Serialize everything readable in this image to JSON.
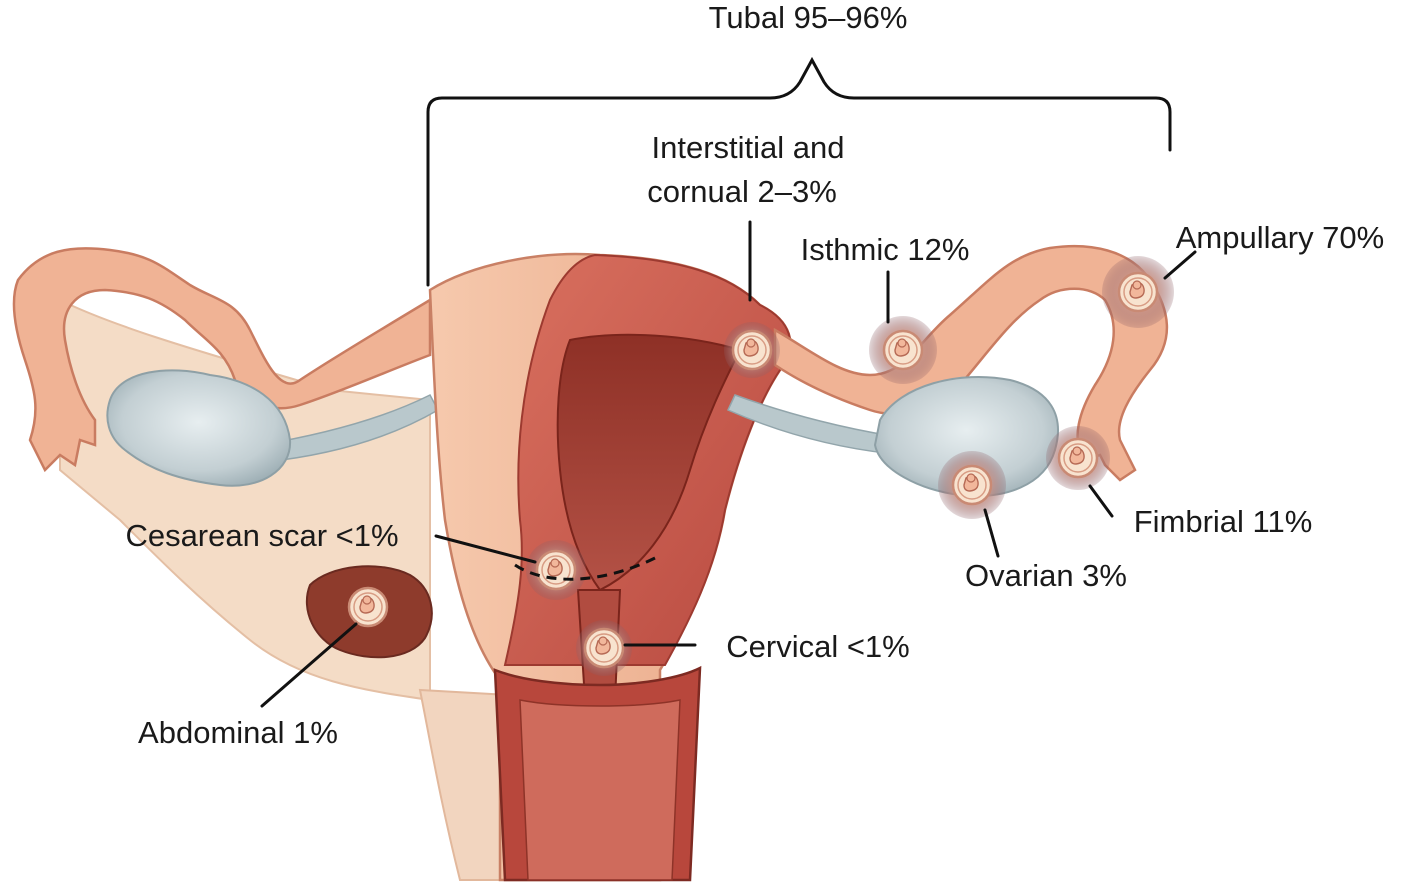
{
  "labels": {
    "tubal": "Tubal 95–96%",
    "interstitial_line1": "Interstitial and",
    "interstitial_line2": "cornual 2–3%",
    "isthmic": "Isthmic 12%",
    "ampullary": "Ampullary 70%",
    "fimbrial": "Fimbrial 11%",
    "ovarian": "Ovarian 3%",
    "cesarean": "Cesarean scar <1%",
    "cervical": "Cervical <1%",
    "abdominal": "Abdominal 1%"
  },
  "colors": {
    "tissue": "#f1b99a",
    "tissue_dark": "#dc8d6c",
    "muscle": "#c9554a",
    "cavity": "#9c3b30",
    "ovary": "#c6d2d6",
    "ligament": "#f3dcc8",
    "implant_halo": "#a8786f"
  }
}
